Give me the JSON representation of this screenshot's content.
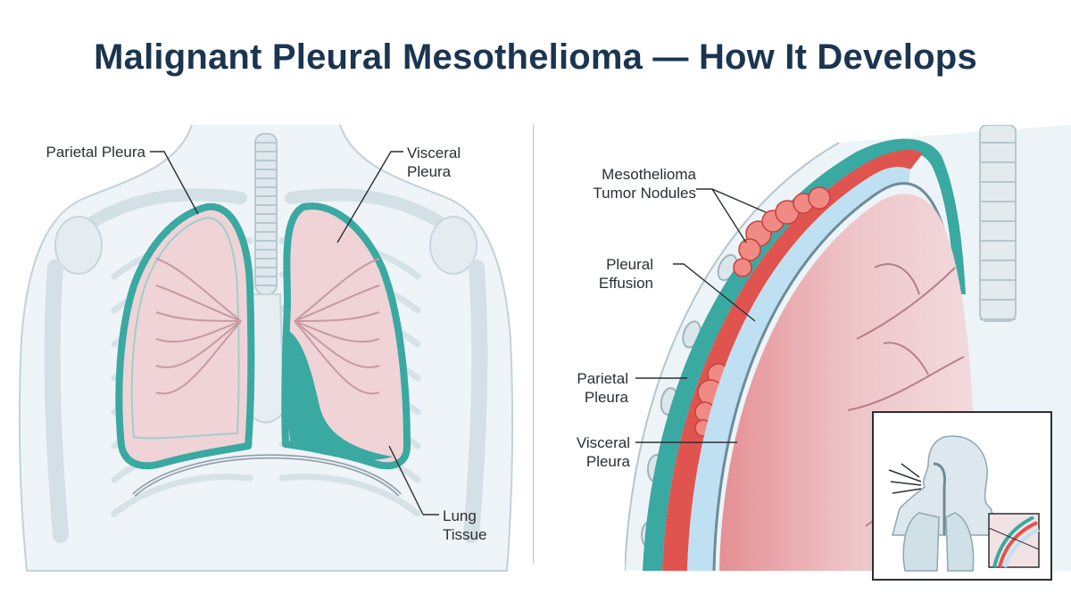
{
  "title": "Malignant Pleural Mesothelioma — How It Develops",
  "colors": {
    "title": "#1b3550",
    "pleura_teal": "#3aa9a2",
    "lung_pink": "#e9c6cc",
    "tumor_red": "#e0544f",
    "effusion_blue": "#bfe0f2",
    "bone": "#dde7ec"
  },
  "left_figure": {
    "labels": {
      "parietal_pleura": "Parietal Pleura",
      "visceral_pleura_line1": "Visceral",
      "visceral_pleura_line2": "Pleura",
      "lung_tissue_line1": "Lung",
      "lung_tissue_line2": "Tissue"
    }
  },
  "right_figure": {
    "labels": {
      "tumor_nodules_line1": "Mesothelioma",
      "tumor_nodules_line2": "Tumor Nodules",
      "pleural_effusion_line1": "Pleural",
      "pleural_effusion_line2": "Effusion",
      "parietal_pleura_line1": "Parietal",
      "parietal_pleura_line2": "Pleura",
      "visceral_pleura_line1": "Visceral",
      "visceral_pleura_line2": "Pleura"
    },
    "inset_icons": [
      "human-head-profile-icon",
      "airway-icon",
      "inhaled-particles-icon",
      "pleura-closeup-icon"
    ]
  }
}
